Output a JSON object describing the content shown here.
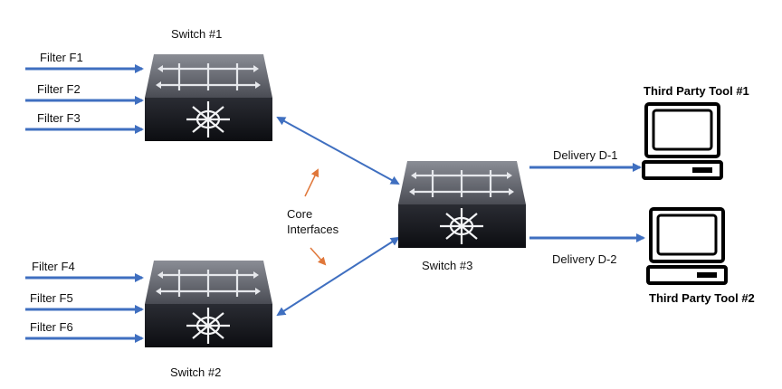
{
  "switches": [
    {
      "id": "switch-1",
      "label": "Switch #1"
    },
    {
      "id": "switch-2",
      "label": "Switch #2"
    },
    {
      "id": "switch-3",
      "label": "Switch #3"
    }
  ],
  "filters": [
    {
      "id": "filter-f1",
      "label": "Filter F1"
    },
    {
      "id": "filter-f2",
      "label": "Filter F2"
    },
    {
      "id": "filter-f3",
      "label": "Filter F3"
    },
    {
      "id": "filter-f4",
      "label": "Filter F4"
    },
    {
      "id": "filter-f5",
      "label": "Filter F5"
    },
    {
      "id": "filter-f6",
      "label": "Filter F6"
    }
  ],
  "core_interfaces": {
    "line1": "Core",
    "line2": "Interfaces"
  },
  "deliveries": [
    {
      "id": "delivery-d1",
      "label": "Delivery D-1"
    },
    {
      "id": "delivery-d2",
      "label": "Delivery D-2"
    }
  ],
  "tools": [
    {
      "id": "tool-1",
      "label": "Third Party Tool #1"
    },
    {
      "id": "tool-2",
      "label": "Third Party Tool #2"
    }
  ],
  "colors": {
    "link": "#3f6fc0",
    "filter_arrow": "#3f6fc0",
    "annotation_arrow": "#e0773a",
    "switch_body": "#15161c",
    "switch_top": "#6c6f78"
  }
}
